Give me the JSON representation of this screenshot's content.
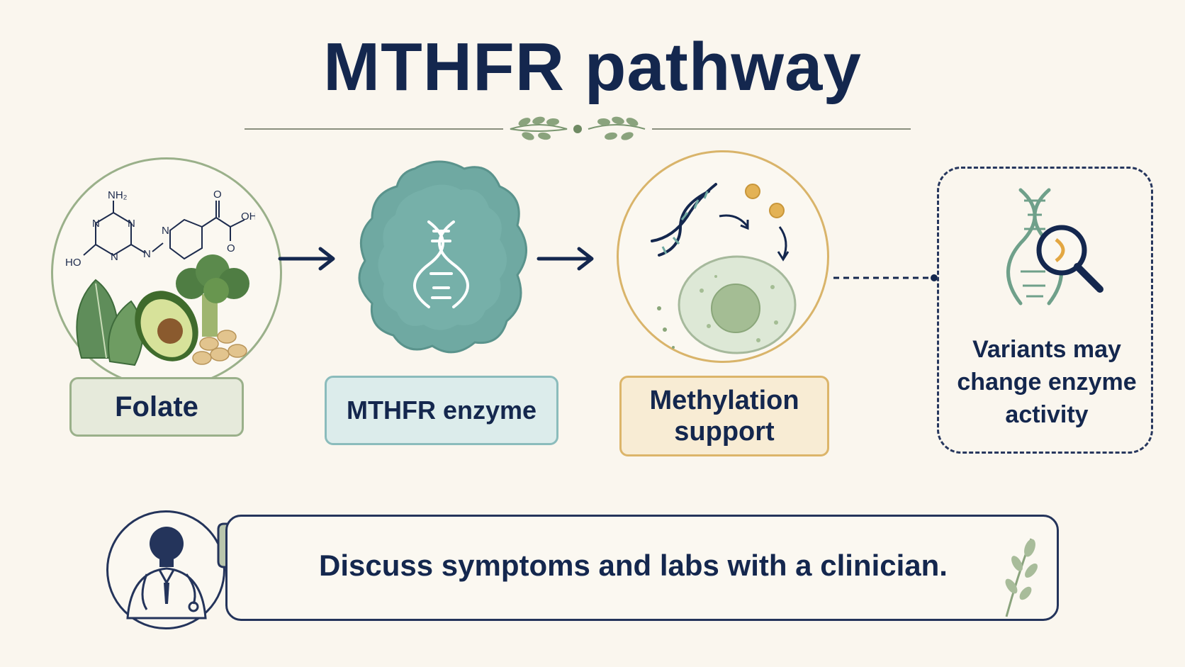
{
  "title": "MTHFR pathway",
  "steps": [
    {
      "label": "Folate",
      "icon": "folate-foods-icon"
    },
    {
      "label": "MTHFR enzyme",
      "icon": "enzyme-blob-icon"
    },
    {
      "label": "Methylation\nsupport",
      "icon": "cell-methylation-icon"
    }
  ],
  "molecule": {
    "nh2": "NH₂",
    "ho": "HO",
    "oh": "OH",
    "n": "N",
    "o": "O"
  },
  "variant_note": "Variants may change enzyme activity",
  "clinician_note": "Discuss symptoms and labs with a clinician.",
  "colors": {
    "navy": "#14274e",
    "folate_bg": "#e6eadb",
    "folate_border": "#9ab08a",
    "enzyme_bg": "#dceceb",
    "enzyme_border": "#8bbcbc",
    "methyl_bg": "#f8ecd4",
    "methyl_border": "#dcb56a"
  }
}
